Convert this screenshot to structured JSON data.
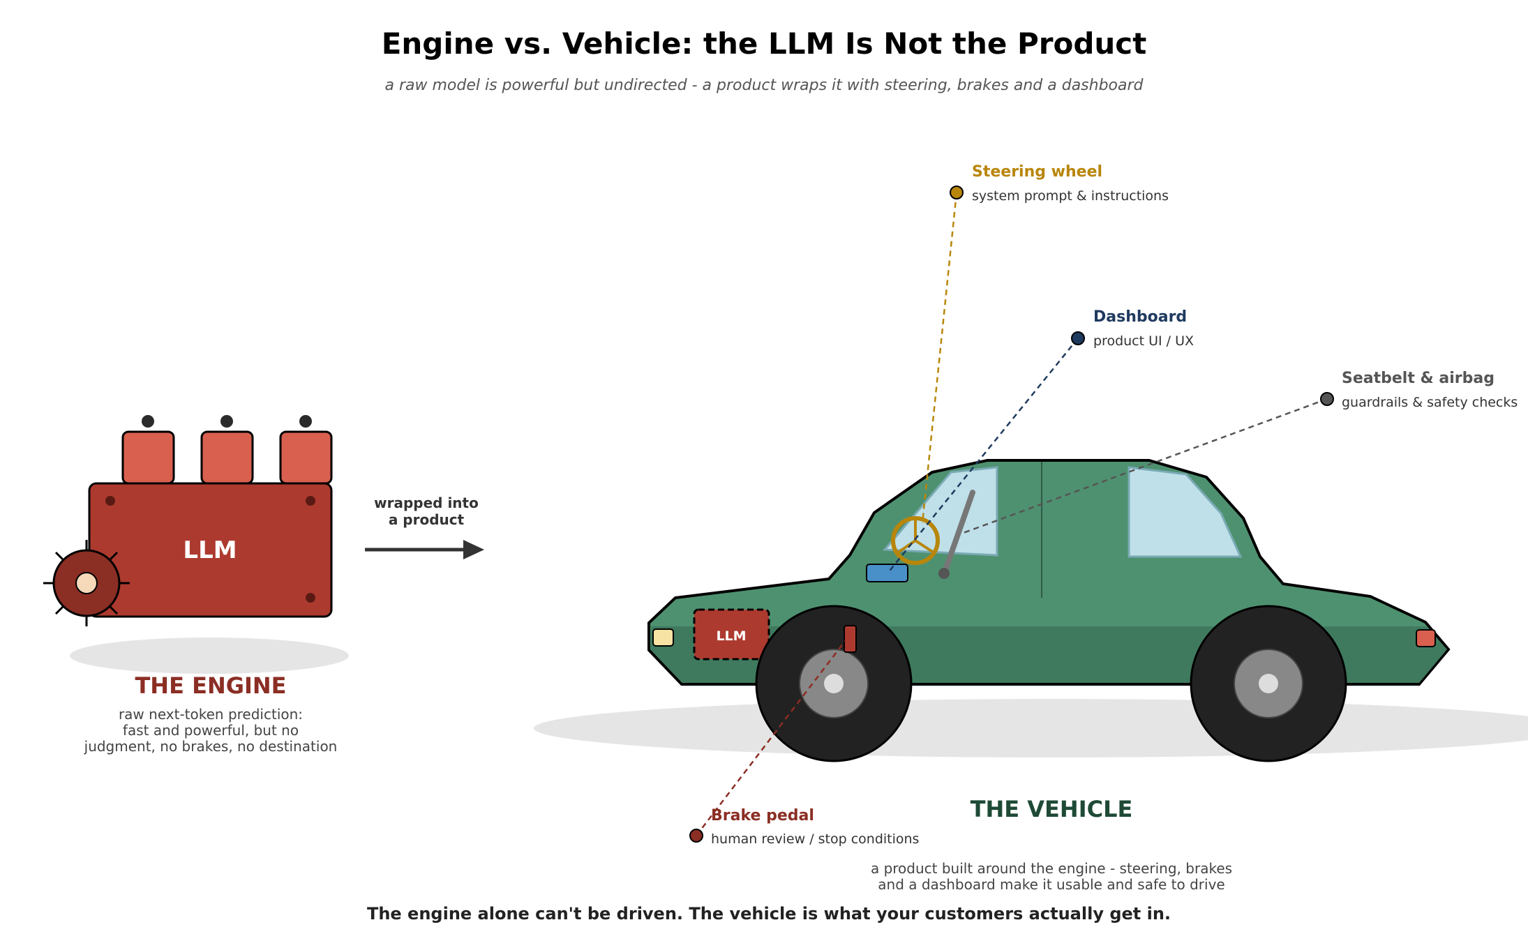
{
  "title": "Engine vs. Vehicle: the LLM Is Not the Product",
  "subtitle": "a raw model is powerful but undirected - a product wraps it with steering, brakes and a dashboard",
  "engine": {
    "block_label": "LLM",
    "heading": "THE ENGINE",
    "description_lines": [
      "raw next-token prediction:",
      "fast and powerful, but no",
      "judgment, no brakes, no destination"
    ]
  },
  "arrow": {
    "label_lines": [
      "wrapped into",
      "a product"
    ]
  },
  "vehicle": {
    "engine_badge": "LLM",
    "heading": "THE VEHICLE",
    "description_lines": [
      "a product built around the engine - steering, brakes",
      "and a dashboard make it usable and safe to drive"
    ]
  },
  "callouts": [
    {
      "name": "Steering wheel",
      "detail": "system prompt & instructions",
      "color": "#b8860b"
    },
    {
      "name": "Dashboard",
      "detail": "product UI / UX",
      "color": "#1f3a5f"
    },
    {
      "name": "Seatbelt & airbag",
      "detail": "guardrails & safety checks",
      "color": "#555555"
    },
    {
      "name": "Brake pedal",
      "detail": "human review / stop conditions",
      "color": "#8b2e24"
    }
  ],
  "footer": "The engine alone can't be driven. The vehicle is what your customers actually get in.",
  "colors": {
    "engine_red": "#ad3a2f",
    "cylinder_red": "#d9604f",
    "car_green": "#4e9170",
    "car_green_dark": "#3f7a5e",
    "window_blue": "#bfe0e8",
    "vehicle_heading": "#1e4a36",
    "engine_heading": "#8b2e24"
  }
}
